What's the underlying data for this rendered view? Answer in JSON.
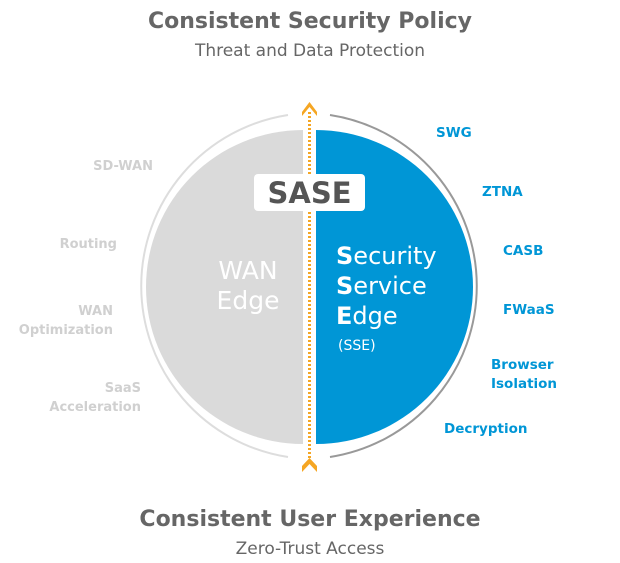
{
  "top": {
    "title": "Consistent Security Policy",
    "subtitle": "Threat and Data Protection"
  },
  "bottom": {
    "title": "Consistent User Experience",
    "subtitle": "Zero-Trust Access"
  },
  "center_label": "SASE",
  "left": {
    "title_line1": "WAN",
    "title_line2": "Edge",
    "features": [
      "SD-WAN",
      "Routing",
      "WAN",
      "Optimization",
      "SaaS",
      "Acceleration"
    ]
  },
  "right": {
    "line1_initial": "S",
    "line1_rest": "ecurity",
    "line2_initial": "S",
    "line2_rest": "ervice",
    "line3_initial": "E",
    "line3_rest": "dge",
    "abbr": "(SSE)",
    "features": [
      "SWG",
      "ZTNA",
      "CASB",
      "FWaaS",
      "Browser",
      "Isolation",
      "Decryption"
    ]
  },
  "colors": {
    "blue": "#0096d6",
    "gray": "#dadada",
    "orange": "#f5a623",
    "text": "#666666"
  }
}
